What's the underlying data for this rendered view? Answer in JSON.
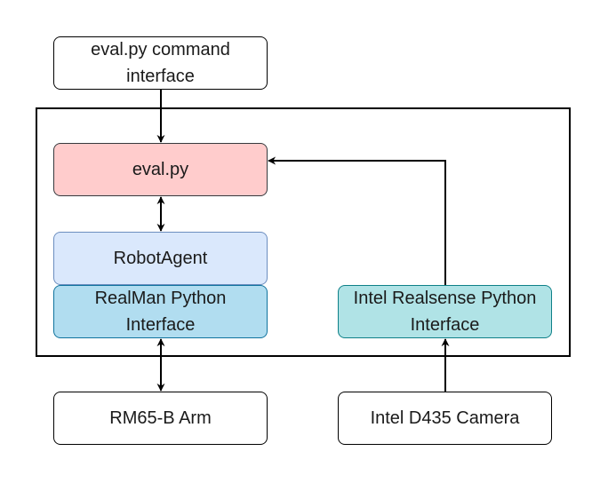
{
  "diagram": {
    "nodes": {
      "cmd_interface": {
        "label": "eval.py command interface"
      },
      "eval_py": {
        "label": "eval.py",
        "fill": "#ffcccc",
        "stroke": "#36393d"
      },
      "robot_agent": {
        "label": "RobotAgent",
        "fill": "#dae8fc",
        "stroke": "#6c8ebf"
      },
      "realman_interface": {
        "label": "RealMan Python Interface",
        "fill": "#b1ddf0",
        "stroke": "#10739e"
      },
      "realsense_interface": {
        "label": "Intel Realsense Python Interface",
        "fill": "#b0e3e6",
        "stroke": "#0e8088"
      },
      "rm65_arm": {
        "label": "RM65-B Arm"
      },
      "d435_camera": {
        "label": "Intel D435 Camera"
      }
    },
    "edges": [
      {
        "from": "cmd_interface",
        "to": "eval_py",
        "type": "directed"
      },
      {
        "from": "eval_py",
        "to": "robot_agent",
        "type": "bidirectional"
      },
      {
        "from": "realman_interface",
        "to": "rm65_arm",
        "type": "bidirectional"
      },
      {
        "from": "d435_camera",
        "to": "realsense_interface",
        "type": "directed"
      },
      {
        "from": "realsense_interface",
        "to": "eval_py",
        "type": "directed"
      }
    ]
  }
}
